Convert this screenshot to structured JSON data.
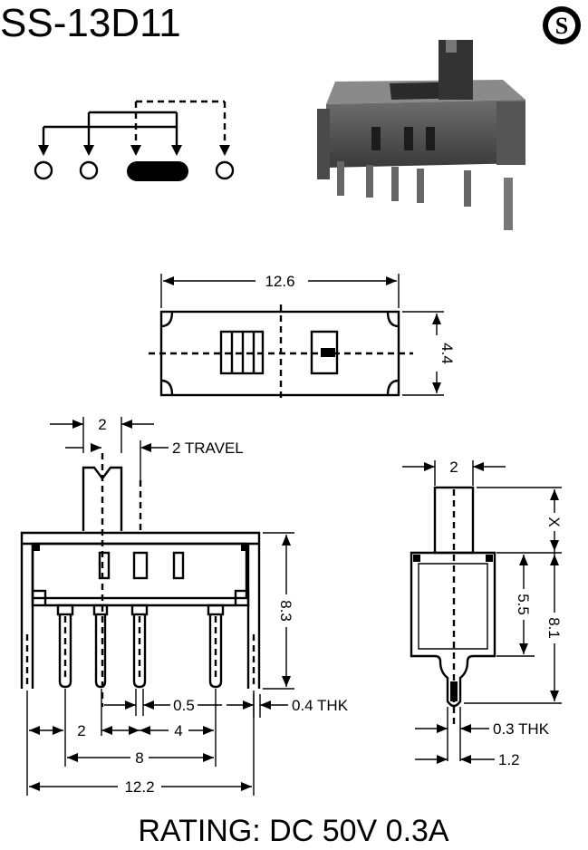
{
  "header": {
    "model": "SS-13D11",
    "logo_letter": "S"
  },
  "dimensions": {
    "top_length": "12.6",
    "top_width": "4.4",
    "actuator_width": "2",
    "travel": "2 TRAVEL",
    "body_height": "8.3",
    "pin_width": "0.5",
    "pin_thickness": "0.4 THK",
    "pin_pitch_left": "2",
    "pin_pitch_mid": "4",
    "pin_span": "8",
    "overall_length": "12.2",
    "side_actuator_width": "2",
    "side_x": "X",
    "side_body_height": "5.5",
    "side_total_height": "8.1",
    "side_pin_thickness": "0.3 THK",
    "side_pin_offset": "1.2"
  },
  "footer": {
    "rating": "RATING: DC 50V 0.3A"
  }
}
